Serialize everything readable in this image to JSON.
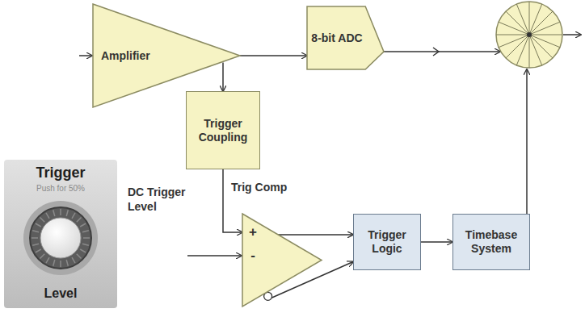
{
  "diagram": {
    "nodes": [
      {
        "text": [
          "Amplifier"
        ]
      },
      {
        "text": [
          "8-bit ADC"
        ]
      },
      {
        "text": [
          "Trigger Coupling"
        ]
      },
      {
        "text": [
          "+",
          "-"
        ]
      },
      {
        "text": [
          "Trigger Logic"
        ]
      },
      {
        "text": [
          "Timebase System"
        ]
      },
      {
        "text": [
          "Trigger",
          "Push for 50%",
          "Level"
        ]
      }
    ],
    "edges": [
      {
        "from": 0,
        "to": 1,
        "arrow": "to"
      },
      {
        "from": 0,
        "to": 2,
        "arrow": "to"
      },
      {
        "from": 2,
        "to": 3,
        "arrow": "to"
      },
      {
        "from": 3,
        "to": 4,
        "arrow": "to"
      },
      {
        "from": 3,
        "to": 4,
        "arrow": "to"
      },
      {
        "from": 4,
        "to": 5,
        "arrow": "to"
      }
    ],
    "labels": [
      "Trig Comp",
      "DC Trigger Level"
    ]
  }
}
